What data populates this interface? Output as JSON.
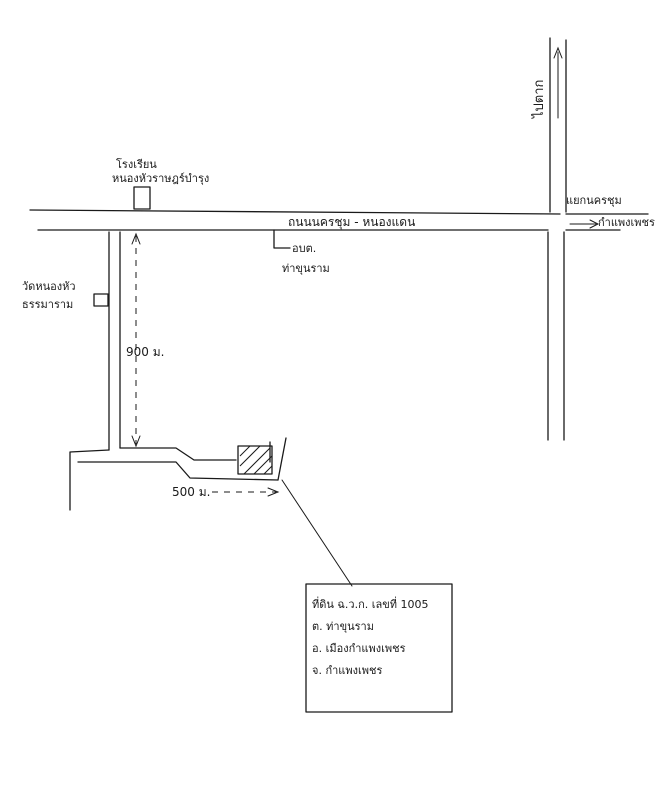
{
  "labels": {
    "north_road": "ไปตาก",
    "main_road": "ถนนนครชุม - หนองแดน",
    "junction": "แยกนครชุม",
    "to_city": "กำแพงเพชร",
    "school_line1": "โรงเรียน",
    "school_line2": "หนองหัวราษฎร์บำรุง",
    "temple_line1": "วัดหนองหัว",
    "temple_line2": "ธรรมาราม",
    "subdistrict_office_line1": "อบต.",
    "subdistrict_office_line2": "ท่าขุนราม",
    "distance_side_road": "900 ม.",
    "distance_lower_road": "500 ม."
  },
  "info_box": {
    "line1": "ที่ดิน ฉ.ว.ก. เลขที่ 1005",
    "line2": "ต. ท่าขุนราม",
    "line3": "อ. เมืองกำแพงเพชร",
    "line4": "จ. กำแพงเพชร"
  },
  "colors": {
    "ink": "#1a1a1a",
    "paper": "#ffffff"
  }
}
